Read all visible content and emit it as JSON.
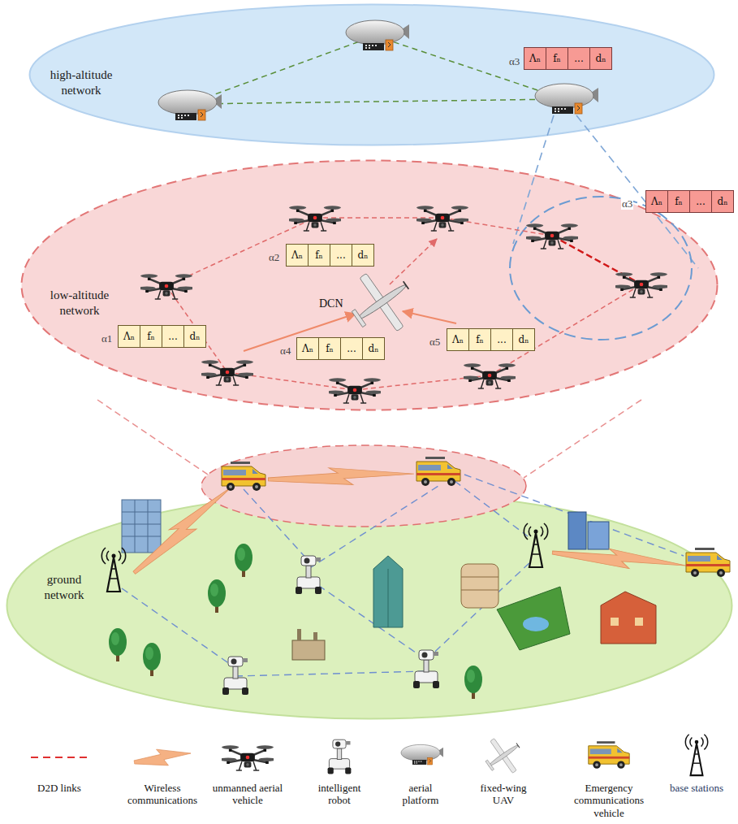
{
  "diagram": {
    "nodes": [
      {
        "text": [
          "high-altitude network"
        ]
      },
      {
        "text": [
          "Λₙ",
          "fₙ",
          "...",
          "dₙ"
        ],
        "in": 0
      },
      {
        "text": [
          "low-altitude network"
        ]
      },
      {
        "text": [
          "Λₙ",
          "fₙ",
          "...",
          "dₙ"
        ]
      },
      {
        "text": [
          "Λₙ",
          "fₙ",
          "...",
          "dₙ"
        ],
        "in": 2
      },
      {
        "text": [
          "Λₙ",
          "fₙ",
          "...",
          "dₙ"
        ],
        "in": 2
      },
      {
        "text": [
          "Λₙ",
          "fₙ",
          "...",
          "dₙ"
        ],
        "in": 2
      },
      {
        "text": [
          "Λₙ",
          "fₙ",
          "...",
          "dₙ"
        ],
        "in": 2
      },
      {
        "text": [
          "ground network"
        ]
      }
    ],
    "labels": [
      "α3",
      "α3",
      "α2",
      "α1",
      "α4",
      "α5",
      "DCN"
    ],
    "legend": [
      {
        "text": "D2D links"
      },
      {
        "text": "Wireless communications"
      },
      {
        "text": "unmanned aerial vehicle"
      },
      {
        "text": "intelligent robot"
      },
      {
        "text": "aerial platform"
      },
      {
        "text": "fixed-wing UAV"
      },
      {
        "text": "Emergency communications vehicle"
      },
      {
        "text": "base stations"
      }
    ]
  }
}
